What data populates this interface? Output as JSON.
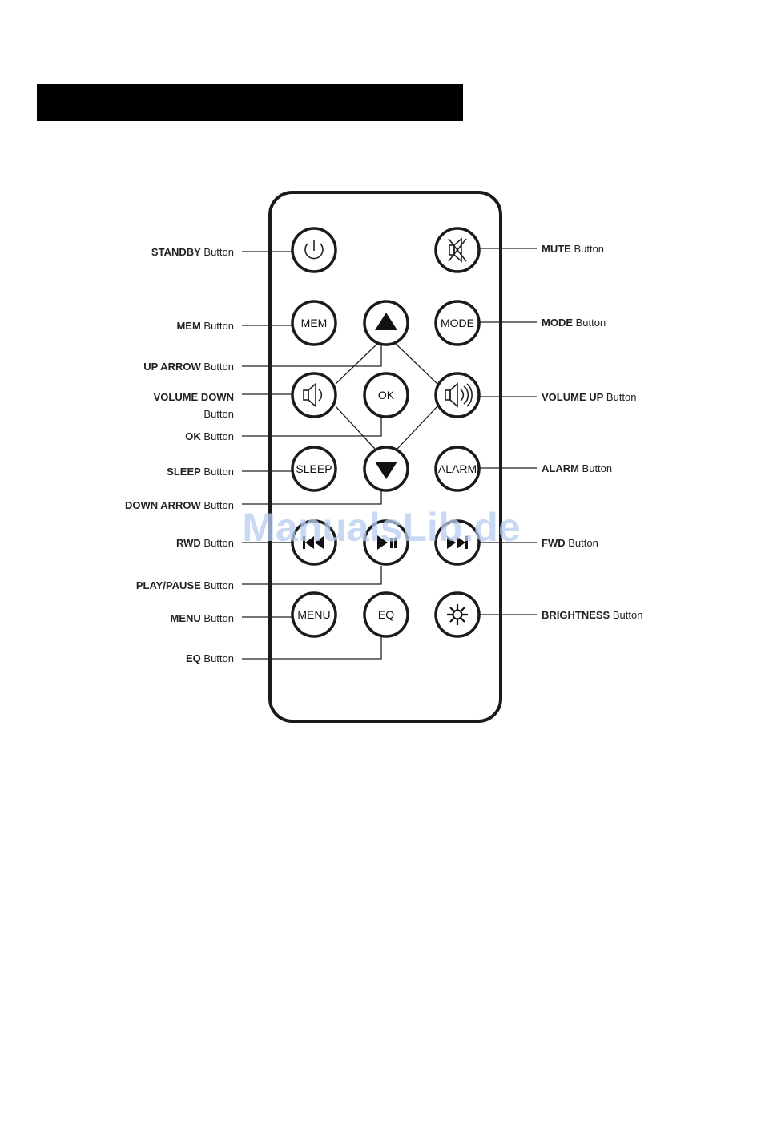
{
  "watermark": "ManualsLib.de",
  "labels": {
    "standby": {
      "bold": "STANDBY",
      "rest": " Button"
    },
    "mute": {
      "bold": "MUTE",
      "rest": " Button"
    },
    "mem": {
      "bold": "MEM",
      "rest": " Button"
    },
    "mode": {
      "bold": "MODE",
      "rest": " Button"
    },
    "up_arrow": {
      "bold": "UP ARROW",
      "rest": " Button"
    },
    "volume_down": {
      "bold": "VOLUME DOWN",
      "rest": "Button"
    },
    "volume_up": {
      "bold": "VOLUME UP",
      "rest": " Button"
    },
    "ok": {
      "bold": "OK",
      "rest": " Button"
    },
    "sleep": {
      "bold": "SLEEP",
      "rest": " Button"
    },
    "alarm": {
      "bold": "ALARM",
      "rest": " Button"
    },
    "down_arrow": {
      "bold": "DOWN ARROW",
      "rest": " Button"
    },
    "rwd": {
      "bold": "RWD",
      "rest": " Button"
    },
    "fwd": {
      "bold": "FWD",
      "rest": " Button"
    },
    "play_pause": {
      "bold": "PLAY/PAUSE",
      "rest": " Button"
    },
    "menu": {
      "bold": "MENU",
      "rest": " Button"
    },
    "brightness": {
      "bold": "BRIGHTNESS",
      "rest": " Button"
    },
    "eq": {
      "bold": "EQ",
      "rest": " Button"
    }
  },
  "buttons": {
    "mem": "MEM",
    "mode": "MODE",
    "ok": "OK",
    "sleep": "SLEEP",
    "alarm": "ALARM",
    "menu": "MENU",
    "eq": "EQ"
  }
}
